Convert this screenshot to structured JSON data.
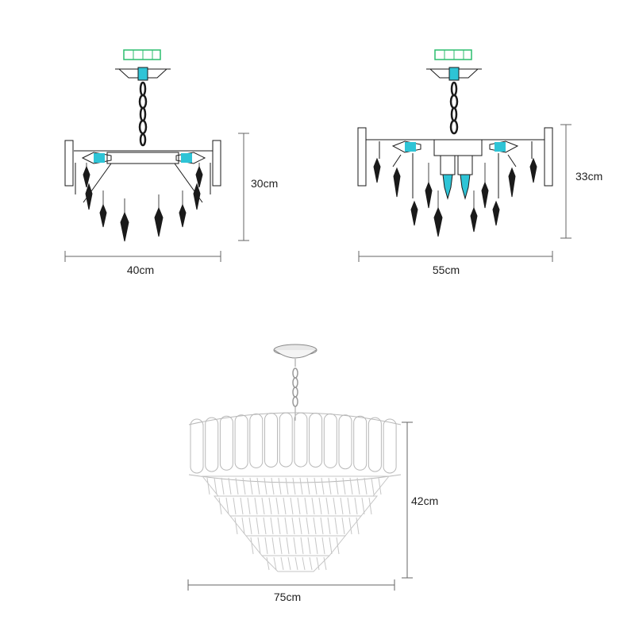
{
  "small_model": {
    "width_label": "40cm",
    "height_label": "30cm"
  },
  "medium_model": {
    "width_label": "55cm",
    "height_label": "33cm"
  },
  "large_model": {
    "width_label": "75cm",
    "height_label": "42cm"
  },
  "colors": {
    "line": "#1a1a1a",
    "accent_green": "#2bbd6e",
    "accent_cyan": "#2ec4d6",
    "dimension": "#666666",
    "crystal": "#b8b8b8"
  },
  "icons": {
    "mount": "ceiling-mount-icon",
    "bulb": "bulb-icon",
    "pendant": "crystal-pendant-icon"
  }
}
